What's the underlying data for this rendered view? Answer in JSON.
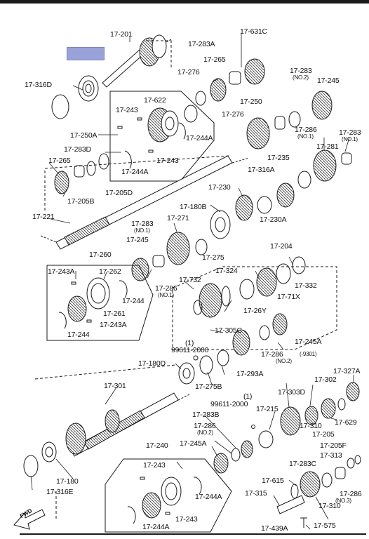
{
  "diagram": {
    "callouts": [
      {
        "id": "c1",
        "text": "17-201"
      },
      {
        "id": "c2",
        "text": "17-283A"
      },
      {
        "id": "c3",
        "text": "17-631C"
      },
      {
        "id": "c4",
        "text": "17-265"
      },
      {
        "id": "c5",
        "text": "17-276"
      },
      {
        "id": "c6",
        "text": "17-283"
      },
      {
        "id": "c7",
        "text": "(NO.2)"
      },
      {
        "id": "c8",
        "text": "17-245"
      },
      {
        "id": "c9",
        "text": "17-316D"
      },
      {
        "id": "c10",
        "text": "17-622"
      },
      {
        "id": "c11",
        "text": "17-243"
      },
      {
        "id": "c12",
        "text": "17-276"
      },
      {
        "id": "c13",
        "text": "17-250"
      },
      {
        "id": "c14",
        "text": "17-286"
      },
      {
        "id": "c15",
        "text": "(NO.1)"
      },
      {
        "id": "c16",
        "text": "17-283"
      },
      {
        "id": "c17",
        "text": "(NO.1)"
      },
      {
        "id": "c18",
        "text": "17-250A"
      },
      {
        "id": "c19",
        "text": "17-244A"
      },
      {
        "id": "c20",
        "text": "17-283D"
      },
      {
        "id": "c21",
        "text": "17-281"
      },
      {
        "id": "c22",
        "text": "17-235"
      },
      {
        "id": "c23",
        "text": "17-243"
      },
      {
        "id": "c24",
        "text": "17-244A"
      },
      {
        "id": "c25",
        "text": "17-265"
      },
      {
        "id": "c26",
        "text": "17-316A"
      },
      {
        "id": "c27",
        "text": "17-205D"
      },
      {
        "id": "c28",
        "text": "17-205B"
      },
      {
        "id": "c29",
        "text": "17-230"
      },
      {
        "id": "c30",
        "text": "17-180B"
      },
      {
        "id": "c31",
        "text": "17-221"
      },
      {
        "id": "c32",
        "text": "17-271"
      },
      {
        "id": "c33",
        "text": "17-230A"
      },
      {
        "id": "c34",
        "text": "17-283"
      },
      {
        "id": "c35",
        "text": "(NO.1)"
      },
      {
        "id": "c36",
        "text": "17-245"
      },
      {
        "id": "c37",
        "text": "17-275"
      },
      {
        "id": "c38",
        "text": "17-204"
      },
      {
        "id": "c39",
        "text": "17-260"
      },
      {
        "id": "c40",
        "text": "17-324"
      },
      {
        "id": "c41",
        "text": "17-243A"
      },
      {
        "id": "c42",
        "text": "17-262"
      },
      {
        "id": "c43",
        "text": "17-732"
      },
      {
        "id": "c44",
        "text": "17-332"
      },
      {
        "id": "c45",
        "text": "17-286"
      },
      {
        "id": "c46",
        "text": "(NO.1)"
      },
      {
        "id": "c47",
        "text": "17-71X"
      },
      {
        "id": "c48",
        "text": "17-244"
      },
      {
        "id": "c49",
        "text": "17-261"
      },
      {
        "id": "c50",
        "text": "17-26Y"
      },
      {
        "id": "c51",
        "text": "17-243A"
      },
      {
        "id": "c52",
        "text": "17-244"
      },
      {
        "id": "c53",
        "text": "17-305C"
      },
      {
        "id": "c54",
        "text": "17-245A"
      },
      {
        "id": "c55",
        "text": "(1)"
      },
      {
        "id": "c56",
        "text": "99611-2000"
      },
      {
        "id": "c57",
        "text": "17-286"
      },
      {
        "id": "c58",
        "text": "(-9301)"
      },
      {
        "id": "c59",
        "text": "(NO.2)"
      },
      {
        "id": "c60",
        "text": "17-180D"
      },
      {
        "id": "c61",
        "text": "17-293A"
      },
      {
        "id": "c62",
        "text": "17-327A"
      },
      {
        "id": "c63",
        "text": "17-275B"
      },
      {
        "id": "c64",
        "text": "17-301"
      },
      {
        "id": "c65",
        "text": "17-303D"
      },
      {
        "id": "c66",
        "text": "17-302"
      },
      {
        "id": "c67",
        "text": "(1)"
      },
      {
        "id": "c68",
        "text": "99611-2000"
      },
      {
        "id": "c69",
        "text": "17-215"
      },
      {
        "id": "c70",
        "text": "17-283B"
      },
      {
        "id": "c71",
        "text": "17-629"
      },
      {
        "id": "c72",
        "text": "17-286"
      },
      {
        "id": "c73",
        "text": "(NO.2)"
      },
      {
        "id": "c74",
        "text": "17-205"
      },
      {
        "id": "c75",
        "text": "17-310"
      },
      {
        "id": "c76",
        "text": "17-240"
      },
      {
        "id": "c77",
        "text": "17-245A"
      },
      {
        "id": "c78",
        "text": "17-205F"
      },
      {
        "id": "c79",
        "text": "17-313"
      },
      {
        "id": "c80",
        "text": "17-243"
      },
      {
        "id": "c81",
        "text": "17-283C"
      },
      {
        "id": "c82",
        "text": "17-180"
      },
      {
        "id": "c83",
        "text": "17-244A"
      },
      {
        "id": "c84",
        "text": "17-615"
      },
      {
        "id": "c85",
        "text": "17-286"
      },
      {
        "id": "c86",
        "text": "(NO.3)"
      },
      {
        "id": "c87",
        "text": "17-316E"
      },
      {
        "id": "c88",
        "text": "17-315"
      },
      {
        "id": "c89",
        "text": "17-310"
      },
      {
        "id": "c90",
        "text": "17-244A"
      },
      {
        "id": "c91",
        "text": "17-243"
      },
      {
        "id": "c92",
        "text": "17-439A"
      },
      {
        "id": "c93",
        "text": "17-575"
      }
    ],
    "direction_marker": "FWD",
    "highlight_color": "#9aa3d9",
    "line_color": "#1a1a1a"
  }
}
